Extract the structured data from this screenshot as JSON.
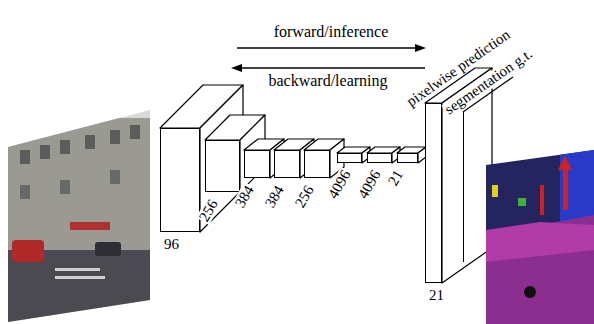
{
  "diagram": {
    "nodes": [
      {
        "text": [
          "96"
        ]
      },
      {
        "text": [
          "256"
        ]
      },
      {
        "text": [
          "384"
        ]
      },
      {
        "text": [
          "384"
        ]
      },
      {
        "text": [
          "256"
        ]
      },
      {
        "text": [
          "4096"
        ]
      },
      {
        "text": [
          "4096"
        ]
      },
      {
        "text": [
          "21"
        ]
      },
      {
        "text": [
          "pixelwise prediction",
          "21"
        ]
      },
      {
        "text": [
          "segmentation g.t."
        ]
      }
    ],
    "labels": [
      "forward/inference",
      "backward/learning"
    ]
  }
}
